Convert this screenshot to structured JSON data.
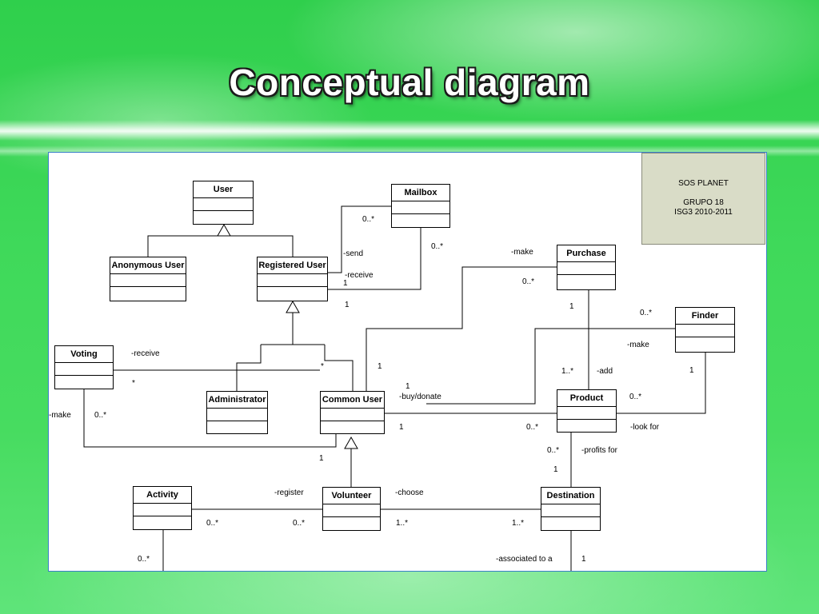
{
  "slide": {
    "title": "Conceptual diagram"
  },
  "info_box": {
    "line1": "SOS PLANET",
    "line2": "GRUPO 18",
    "line3": "ISG3 2010-2011"
  },
  "classes": {
    "user": "User",
    "mailbox": "Mailbox",
    "anonymous_user": "Anonymous User",
    "registered_user": "Registered User",
    "purchase": "Purchase",
    "finder": "Finder",
    "voting": "Voting",
    "administrator": "Administrator",
    "common_user": "Common User",
    "product": "Product",
    "activity": "Activity",
    "volunteer": "Volunteer",
    "destination": "Destination"
  },
  "labels": {
    "mb_mult_top": "0..*",
    "mb_mult_right": "0..*",
    "send": "-send",
    "receive_mb": "-receive",
    "ru_mult_1a": "1",
    "ru_mult_1b": "1",
    "make_purchase": "-make",
    "purchase_mult": "0..*",
    "purchase_mult_1": "1",
    "finder_mult": "0..*",
    "make_finder": "-make",
    "finder_mult_1": "1",
    "voting_receive": "-receive",
    "voting_star": "*",
    "voting_star_cu": "*",
    "voting_make": "-make",
    "voting_mult": "0..*",
    "cu_mult_1a": "1",
    "cu_mult_1b": "1",
    "buy_donate": "-buy/donate",
    "cu_mult_1c": "1",
    "cu_mult_1d": "1",
    "prod_mult_top": "1..*",
    "add": "-add",
    "prod_mult_right": "0..*",
    "prod_mult_left": "0..*",
    "look_for": "-look for",
    "prod_mult_bottom": "0..*",
    "profits_for": "-profits for",
    "dest_mult_top": "1",
    "register": "-register",
    "choose": "-choose",
    "act_mult": "0..*",
    "vol_mult_left": "0..*",
    "vol_mult_right": "1..*",
    "dest_mult_left": "1..*",
    "act_mult_bottom": "0..*",
    "associated_to": "-associated to a",
    "dest_mult_bottom": "1"
  }
}
